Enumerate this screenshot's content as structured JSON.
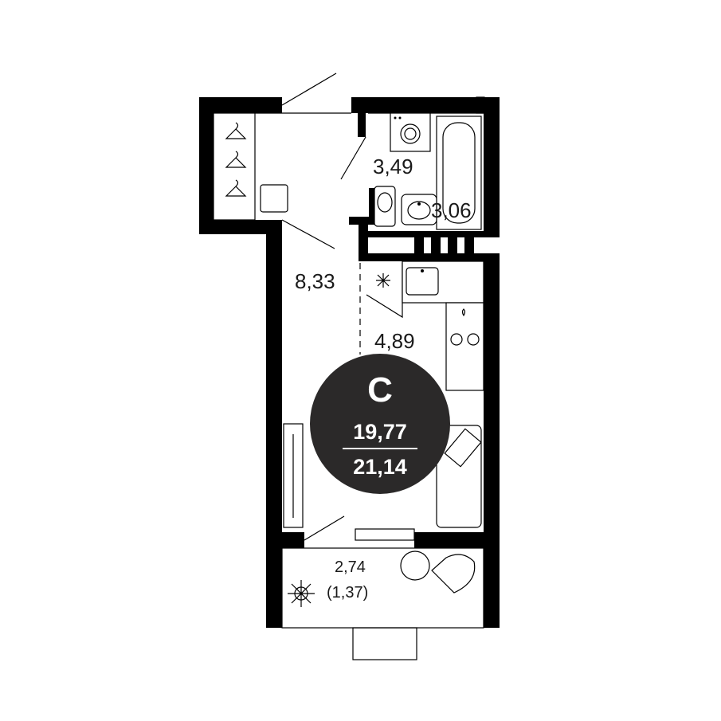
{
  "rooms": {
    "bathroom": {
      "area": "3,49"
    },
    "toilet": {
      "area": "3,06"
    },
    "hallway": {
      "area": "8,33"
    },
    "kitchen": {
      "area": "4,89"
    },
    "balcony": {
      "area": "2,74",
      "reduced_area": "(1,37)"
    }
  },
  "badge": {
    "type_letter": "С",
    "living_area": "19,77",
    "total_area": "21,14",
    "color": "#2b2929"
  },
  "icons": [
    "hanger-icon",
    "washing-machine-icon",
    "bathtub-icon",
    "toilet-icon",
    "sink-icon",
    "stove-icon",
    "kitchen-sink-icon",
    "sofa-icon",
    "plant-icon",
    "chair-icon",
    "table-icon"
  ]
}
